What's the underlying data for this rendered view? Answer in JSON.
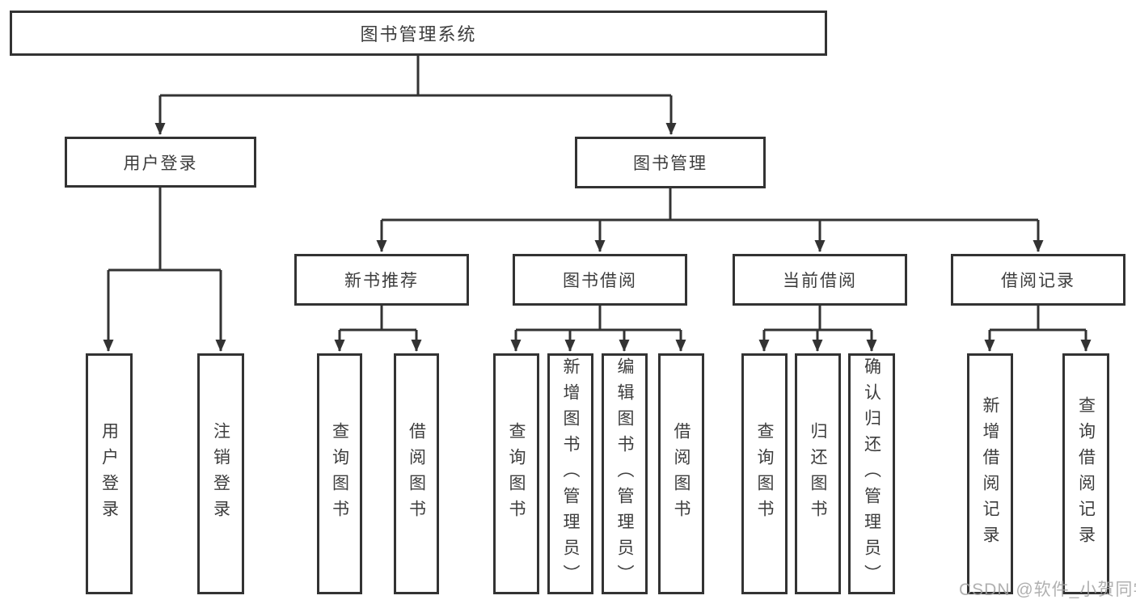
{
  "diagram_title": "图书管理系统",
  "tree": {
    "root": {
      "label": "图书管理系统",
      "children": [
        {
          "label": "用户登录",
          "children": [
            {
              "label": "用户登录"
            },
            {
              "label": "注销登录"
            }
          ]
        },
        {
          "label": "图书管理",
          "children": [
            {
              "label": "新书推荐",
              "children": [
                {
                  "label": "查询图书"
                },
                {
                  "label": "借阅图书"
                }
              ]
            },
            {
              "label": "图书借阅",
              "children": [
                {
                  "label": "查询图书"
                },
                {
                  "label": "新增图书（管理员）"
                },
                {
                  "label": "编辑图书（管理员）"
                },
                {
                  "label": "借阅图书"
                }
              ]
            },
            {
              "label": "当前借阅",
              "children": [
                {
                  "label": "查询图书"
                },
                {
                  "label": "归还图书"
                },
                {
                  "label": "确认归还（管理员）"
                }
              ]
            },
            {
              "label": "借阅记录",
              "children": [
                {
                  "label": "新增借阅记录"
                },
                {
                  "label": "查询借阅记录"
                }
              ]
            }
          ]
        }
      ]
    }
  },
  "watermark": "CSDN @软件_小贺同学",
  "colors": {
    "line": "#333333",
    "text": "#3d3d3d",
    "box_background": "#ffffff",
    "watermark": "#a2a2a2",
    "background": "#ffffff"
  }
}
